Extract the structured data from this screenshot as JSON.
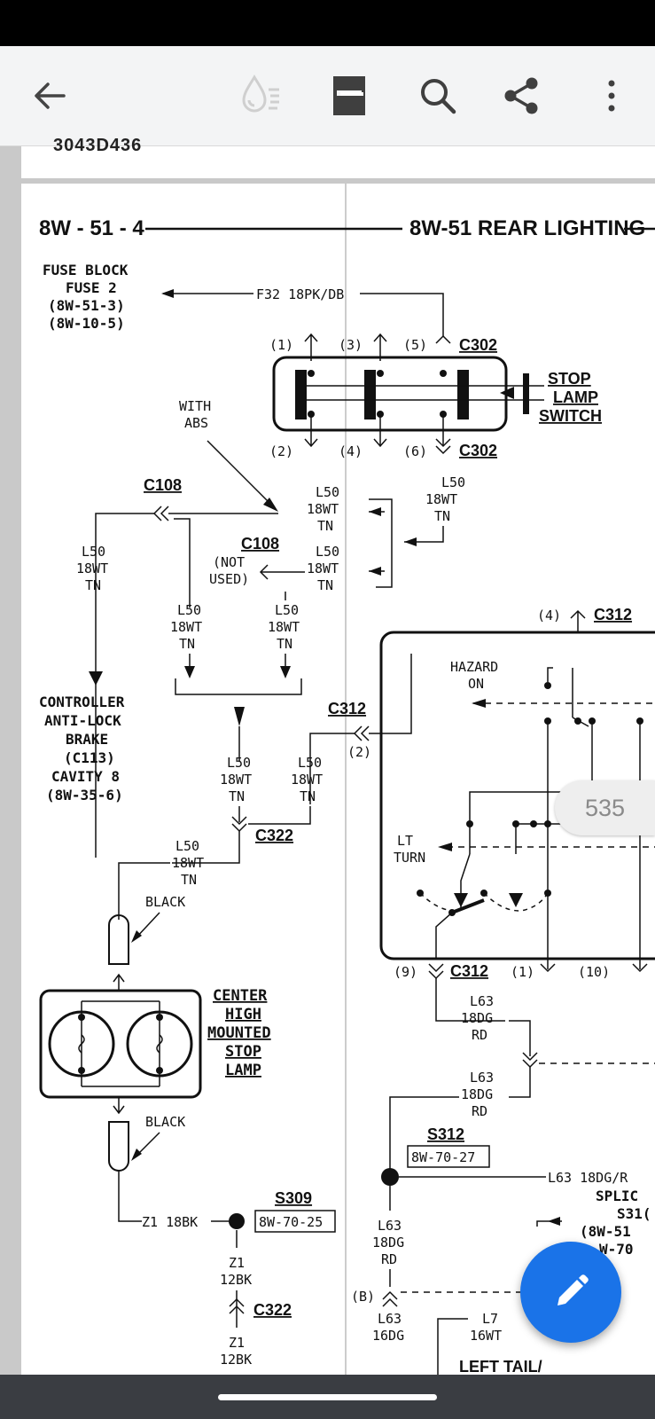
{
  "toolbar": {
    "back_icon": "arrow-left-icon",
    "reading_mode_icon": "ink-drop-icon",
    "outline_icon": "document-outline-icon",
    "search_icon": "search-icon",
    "share_icon": "share-icon",
    "more_icon": "more-vert-icon"
  },
  "prev_page_cut_text": "3043D436",
  "page_number_badge": "535",
  "fab_icon": "pencil-edit-icon",
  "colors": {
    "accent": "#1a73e8",
    "toolbar_bg": "#f3f4f5",
    "doc_bg": "#c9c9c9"
  },
  "schematic": {
    "header_left": "8W - 51 - 4",
    "header_right": "8W-51 REAR LIGHTING",
    "fuse_block": [
      "FUSE BLOCK",
      "FUSE 2",
      "(8W-51-3)",
      "(8W-10-5)"
    ],
    "f32_wire": "F32 18PK/DB",
    "pin_1": "(1)",
    "pin_2": "(2)",
    "pin_3": "(3)",
    "pin_4": "(4)",
    "pin_5": "(5)",
    "pin_6": "(6)",
    "c302": "C302",
    "stop_lamp_switch": [
      "STOP",
      "LAMP",
      "SWITCH"
    ],
    "with_abs": [
      "WITH",
      "ABS"
    ],
    "c108": "C108",
    "not_used": [
      "(NOT",
      "USED)"
    ],
    "wire_l50": "L50",
    "wire_18wt": "18WT",
    "wire_tn": "TN",
    "controller": [
      "CONTROLLER",
      "ANTI-LOCK",
      "BRAKE",
      "(C113)",
      "CAVITY 8",
      "(8W-35-6)"
    ],
    "c312": "C312",
    "pin_c312_2": "(2)",
    "pin_c312_4": "(4)",
    "hazard_on": [
      "HAZARD",
      "ON"
    ],
    "lt_turn": [
      "LT",
      "TURN"
    ],
    "pin_9": "(9)",
    "pin_c312_1": "(1)",
    "pin_10": "(10)",
    "c322": "C322",
    "black": "BLACK",
    "chmsl": [
      "CENTER",
      "HIGH",
      "MOUNTED",
      "STOP",
      "LAMP"
    ],
    "wire_l63": "L63",
    "wire_18dg": "18DG",
    "wire_rd": "RD",
    "s312": "S312",
    "ref_8w_70_27": "8W-70-27",
    "l63_right": "L63 18DG/R",
    "splice": [
      "SPLIC",
      "S31(",
      "(8W-51",
      "W-70"
    ],
    "z1_18bk": "Z1 18BK",
    "s309": "S309",
    "ref_8w_70_25": "8W-70-25",
    "z1": "Z1",
    "z1_12bk": "12BK",
    "z1_bottom": "Z1",
    "z1_bottom_cut": "12BK",
    "pin_b": "(B)",
    "l63_16dg": [
      "L63",
      "16DG"
    ],
    "l7_16wt": [
      "L7",
      "16WT"
    ],
    "left_tail": "LEFT TAIL/"
  }
}
